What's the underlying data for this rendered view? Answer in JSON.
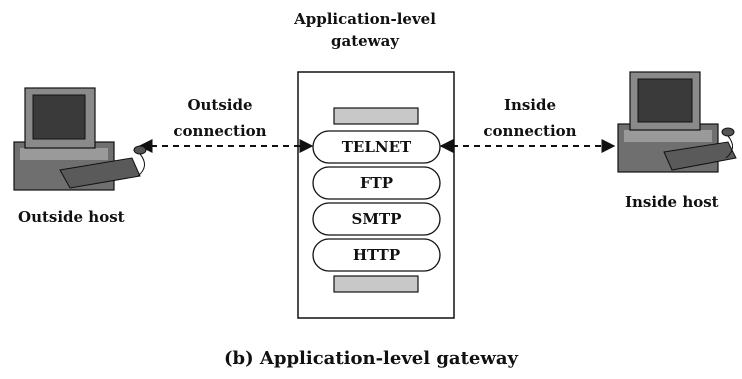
{
  "gateway": {
    "title_line1": "Application-level",
    "title_line2": "gateway",
    "protocols": [
      "TELNET",
      "FTP",
      "SMTP",
      "HTTP"
    ]
  },
  "outside": {
    "connection_line1": "Outside",
    "connection_line2": "connection",
    "host_label": "Outside host"
  },
  "inside": {
    "connection_line1": "Inside",
    "connection_line2": "connection",
    "host_label": "Inside host"
  },
  "caption": "(b) Application-level gateway",
  "colors": {
    "ink": "#111111",
    "bar": "#c8c8c8",
    "monitor": "#8a8a8a",
    "screen": "#3a3a3a"
  }
}
